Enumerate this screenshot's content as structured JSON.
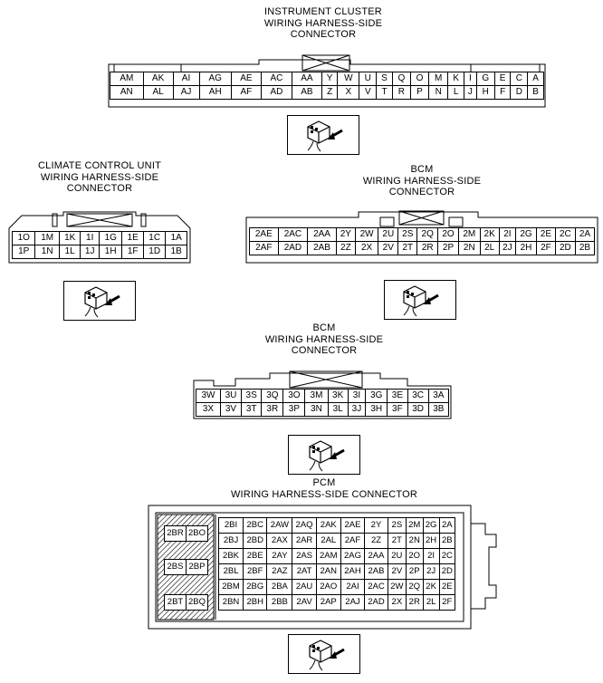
{
  "instrument_cluster": {
    "title": [
      "INSTRUMENT CLUSTER",
      "WIRING HARNESS-SIDE",
      "CONNECTOR"
    ],
    "rows": [
      [
        "AM",
        "AK",
        "AI",
        "AG",
        "AE",
        "AC",
        "AA",
        "Y",
        "W",
        "U",
        "S",
        "Q",
        "O",
        "M",
        "K",
        "I",
        "G",
        "E",
        "C",
        "A"
      ],
      [
        "AN",
        "AL",
        "AJ",
        "AH",
        "AF",
        "AD",
        "AB",
        "Z",
        "X",
        "V",
        "T",
        "R",
        "P",
        "N",
        "L",
        "J",
        "H",
        "F",
        "D",
        "B"
      ]
    ],
    "icon": "connector-plug-icon"
  },
  "climate_control": {
    "title": [
      "CLIMATE CONTROL UNIT",
      "WIRING HARNESS-SIDE",
      "CONNECTOR"
    ],
    "rows": [
      [
        "1O",
        "1M",
        "1K",
        "1I",
        "1G",
        "1E",
        "1C",
        "1A"
      ],
      [
        "1P",
        "1N",
        "1L",
        "1J",
        "1H",
        "1F",
        "1D",
        "1B"
      ]
    ],
    "icon": "connector-plug-icon"
  },
  "bcm_2": {
    "title": [
      "BCM",
      "WIRING HARNESS-SIDE",
      "CONNECTOR"
    ],
    "rows": [
      [
        "2AE",
        "2AC",
        "2AA",
        "2Y",
        "2W",
        "2U",
        "2S",
        "2Q",
        "2O",
        "2M",
        "2K",
        "2I",
        "2G",
        "2E",
        "2C",
        "2A"
      ],
      [
        "2AF",
        "2AD",
        "2AB",
        "2Z",
        "2X",
        "2V",
        "2T",
        "2R",
        "2P",
        "2N",
        "2L",
        "2J",
        "2H",
        "2F",
        "2D",
        "2B"
      ]
    ],
    "icon": "connector-plug-icon"
  },
  "bcm_3": {
    "title": [
      "BCM",
      "WIRING HARNESS-SIDE",
      "CONNECTOR"
    ],
    "rows": [
      [
        "3W",
        "3U",
        "3S",
        "3Q",
        "3O",
        "3M",
        "3K",
        "3I",
        "3G",
        "3E",
        "3C",
        "3A"
      ],
      [
        "3X",
        "3V",
        "3T",
        "3R",
        "3P",
        "3N",
        "3L",
        "3J",
        "3H",
        "3F",
        "3D",
        "3B"
      ]
    ],
    "icon": "connector-plug-icon"
  },
  "pcm": {
    "title": [
      "PCM",
      "WIRING HARNESS-SIDE CONNECTOR"
    ],
    "side_pins": [
      [
        "2BR",
        "2BO"
      ],
      [
        "2BS",
        "2BP"
      ],
      [
        "2BT",
        "2BQ"
      ]
    ],
    "rows": [
      [
        "2BI",
        "2BC",
        "2AW",
        "2AQ",
        "2AK",
        "2AE",
        "2Y",
        "2S",
        "2M",
        "2G",
        "2A"
      ],
      [
        "2BJ",
        "2BD",
        "2AX",
        "2AR",
        "2AL",
        "2AF",
        "2Z",
        "2T",
        "2N",
        "2H",
        "2B"
      ],
      [
        "2BK",
        "2BE",
        "2AY",
        "2AS",
        "2AM",
        "2AG",
        "2AA",
        "2U",
        "2O",
        "2I",
        "2C"
      ],
      [
        "2BL",
        "2BF",
        "2AZ",
        "2AT",
        "2AN",
        "2AH",
        "2AB",
        "2V",
        "2P",
        "2J",
        "2D"
      ],
      [
        "2BM",
        "2BG",
        "2BA",
        "2AU",
        "2AO",
        "2AI",
        "2AC",
        "2W",
        "2Q",
        "2K",
        "2E"
      ],
      [
        "2BN",
        "2BH",
        "2BB",
        "2AV",
        "2AP",
        "2AJ",
        "2AD",
        "2X",
        "2R",
        "2L",
        "2F"
      ]
    ],
    "icon": "connector-plug-icon"
  }
}
